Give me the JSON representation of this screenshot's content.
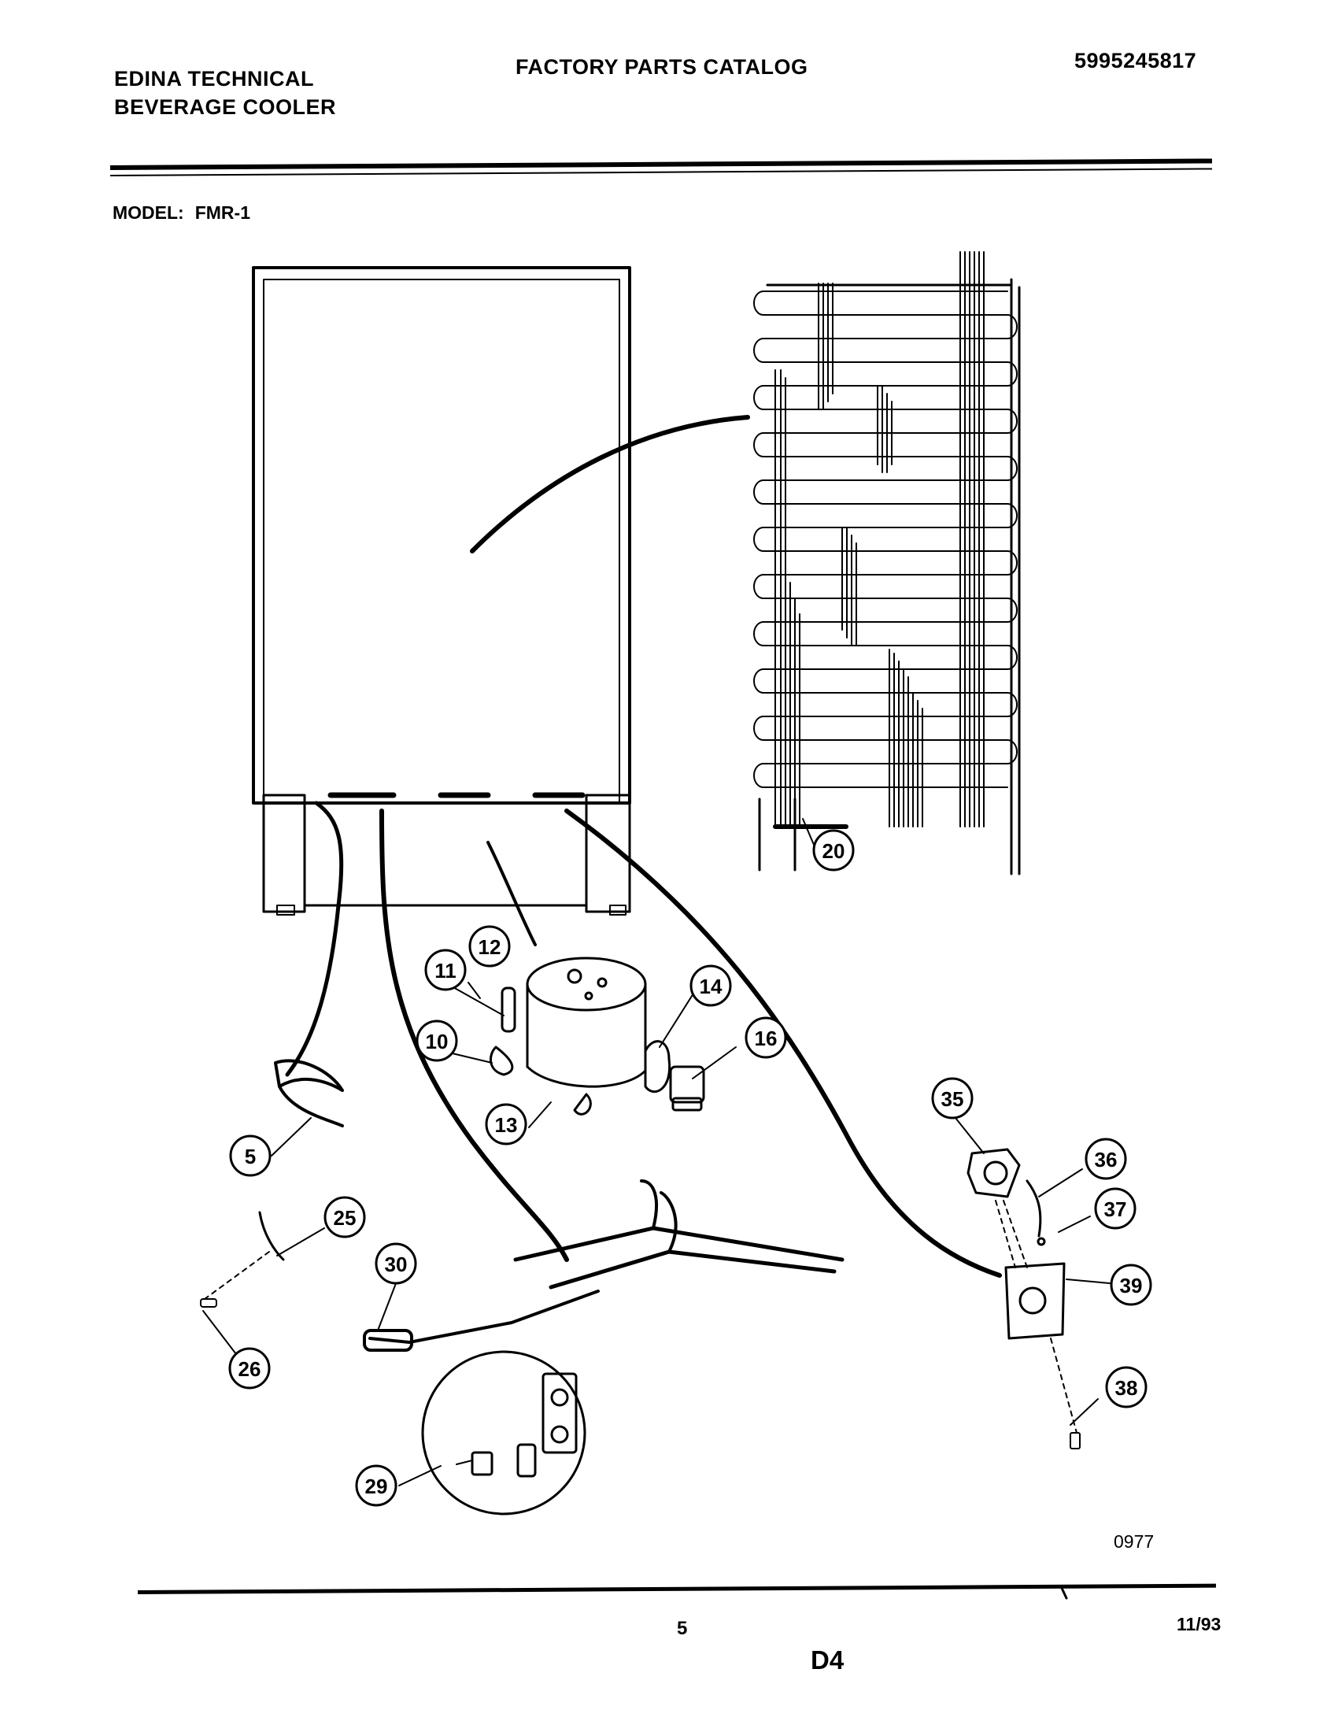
{
  "header": {
    "company_line1": "EDINA TECHNICAL",
    "company_line2": "BEVERAGE COOLER",
    "catalog_title": "FACTORY PARTS CATALOG",
    "catalog_number": "5995245817"
  },
  "model": {
    "label": "MODEL:",
    "value": "FMR-1"
  },
  "callouts": [
    "20",
    "12",
    "11",
    "14",
    "10",
    "16",
    "13",
    "5",
    "35",
    "36",
    "37",
    "25",
    "30",
    "39",
    "26",
    "38",
    "29"
  ],
  "footer": {
    "diagram_number": "0977",
    "page_number": "5",
    "date": "11/93",
    "section_code": "D4"
  },
  "colors": {
    "ink": "#000000",
    "paper": "#ffffff"
  }
}
